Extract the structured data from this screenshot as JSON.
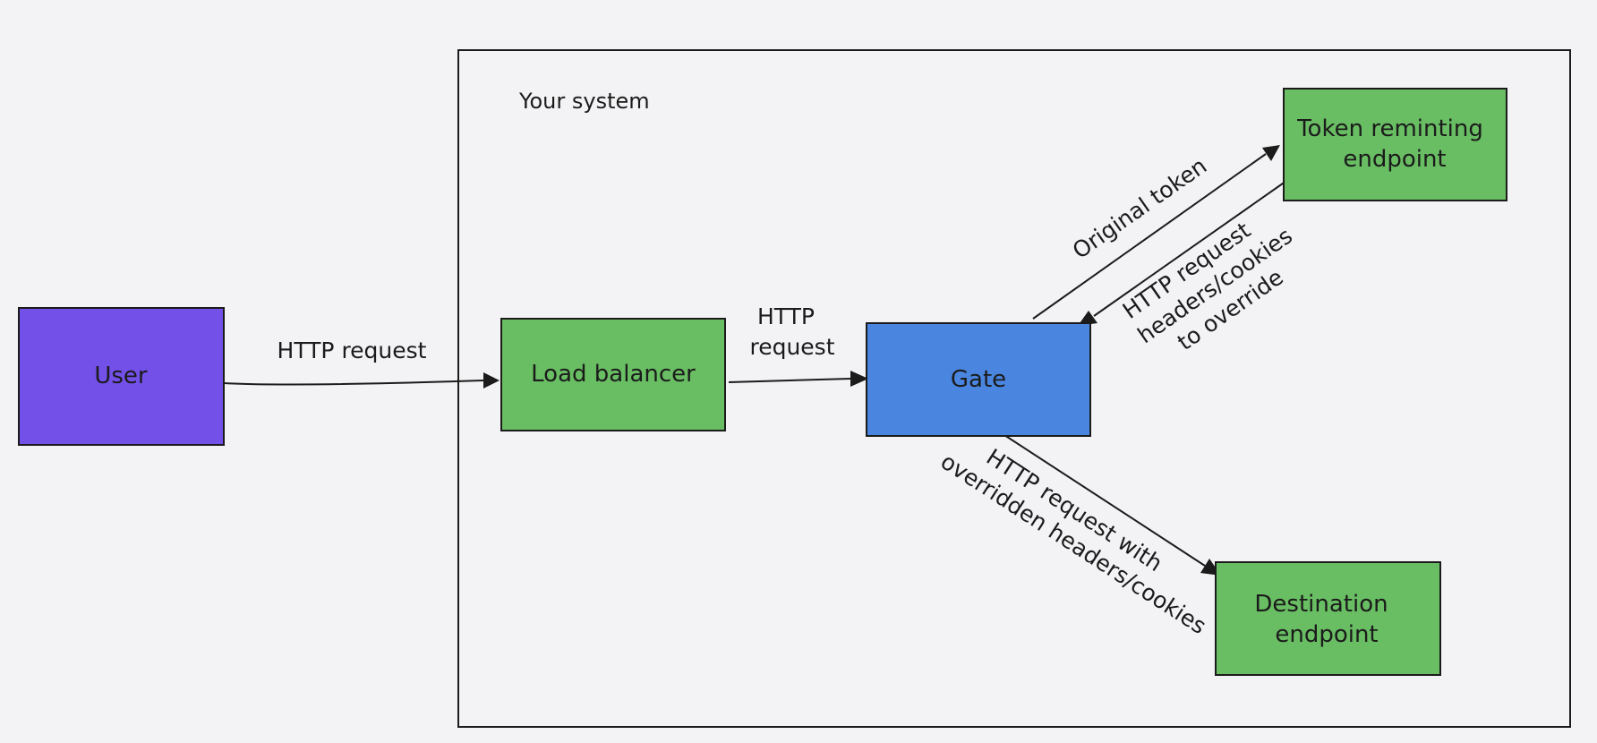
{
  "system": {
    "label": "Your system"
  },
  "nodes": {
    "user": {
      "label": "User",
      "color": "#7350e8"
    },
    "load_balancer": {
      "label": "Load balancer",
      "color": "#69be63"
    },
    "gate": {
      "label": "Gate",
      "color": "#4a86e0"
    },
    "token_reminting": {
      "line1": "Token reminting",
      "line2": "endpoint",
      "color": "#69be63"
    },
    "destination": {
      "line1": "Destination",
      "line2": "endpoint",
      "color": "#69be63"
    }
  },
  "edges": {
    "user_to_lb": {
      "label": "HTTP request"
    },
    "lb_to_gate": {
      "line1": "HTTP",
      "line2": "request"
    },
    "gate_to_token": {
      "label": "Original token"
    },
    "token_to_gate": {
      "line1": "HTTP request",
      "line2": "headers/cookies",
      "line3": "to override"
    },
    "gate_to_destination": {
      "line1": "HTTP request with",
      "line2": "overridden headers/cookies"
    }
  }
}
